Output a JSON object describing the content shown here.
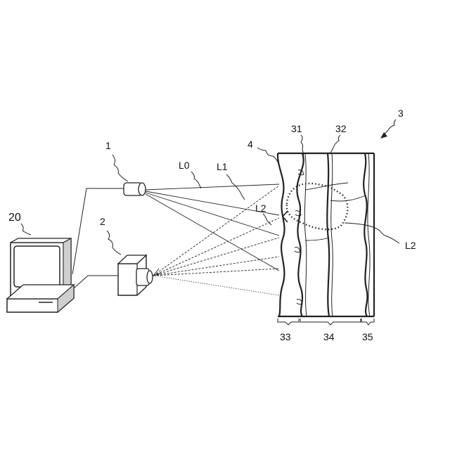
{
  "labels": {
    "light_source": "1",
    "camera": "2",
    "object": "3",
    "surface_layer": "4",
    "computer": "20",
    "layer_31": "31",
    "layer_32": "32",
    "region_33": "33",
    "region_34": "34",
    "region_35": "35",
    "beam_l0": "L0",
    "beam_l1": "L1",
    "beam_l2_inner": "L2",
    "beam_l2_outer": "L2"
  },
  "colors": {
    "line": "#222222",
    "background": "#ffffff"
  },
  "icons": {
    "light_source": "projector-icon",
    "camera": "camera-icon",
    "computer": "computer-icon"
  }
}
